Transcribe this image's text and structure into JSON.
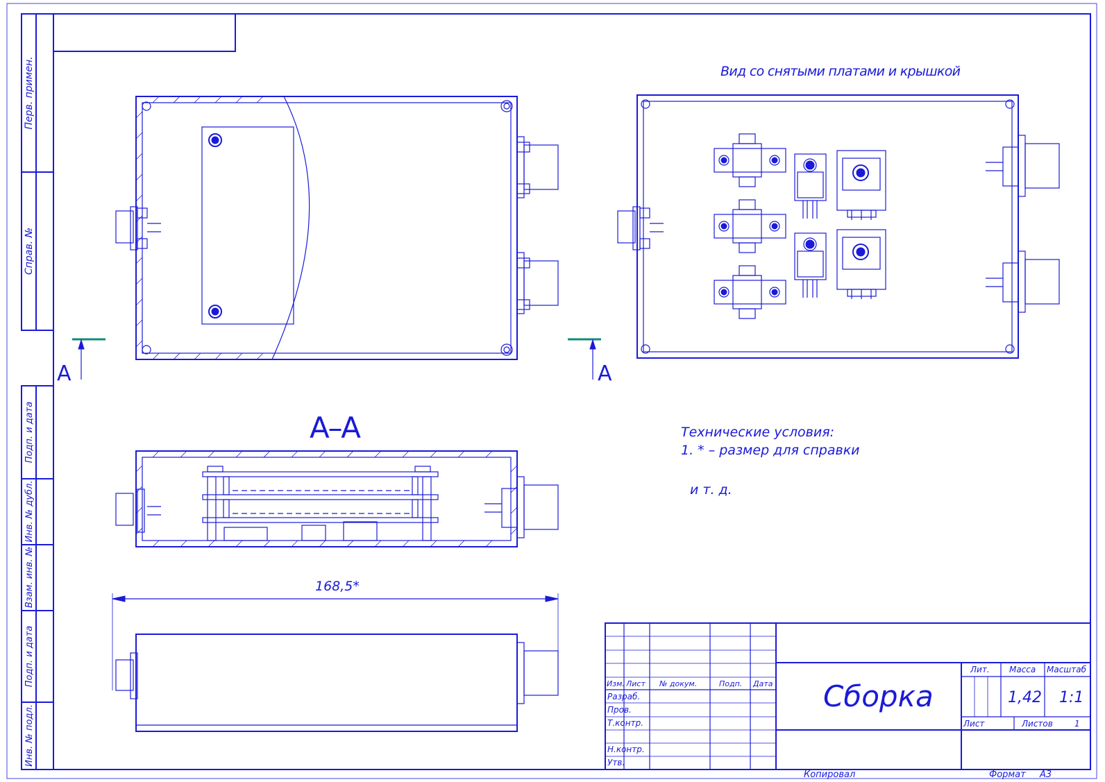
{
  "left_strip": {
    "top": [
      "Перв. примен.",
      "Справ. №"
    ],
    "bottom": [
      "Подп. и дата",
      "Инв. № дубл.",
      "Взам. инв. №",
      "Подп. и дата",
      "Инв. № подл."
    ]
  },
  "views": {
    "caption_top_right": "Вид со снятыми платами и крышкой",
    "section_letter": "А",
    "section_title": "А–А",
    "dimension": "168,5*"
  },
  "notes": {
    "title": "Технические условия:",
    "item1": "1. * – размер для справки",
    "etc": "и т. д."
  },
  "title_block": {
    "col_headers": [
      "Изм.",
      "Лист",
      "№ докум.",
      "Подп.",
      "Дата"
    ],
    "roles": [
      "Разраб.",
      "Пров.",
      "Т.контр.",
      "",
      "Н.контр.",
      "Утв."
    ],
    "designation": "Сборка",
    "lit_label": "Лит.",
    "mass_label": "Масса",
    "scale_label": "Масштаб",
    "mass_value": "1,42",
    "scale_value": "1:1",
    "sheet_label": "Лист",
    "sheets_label": "Листов",
    "sheets_value": "1"
  },
  "footer": {
    "copied": "Копировал",
    "format_label": "Формат",
    "format_value": "А3"
  },
  "colors": {
    "line": "#1a1ad8",
    "cut_line": "#118a7a",
    "background": "#ffffff"
  }
}
